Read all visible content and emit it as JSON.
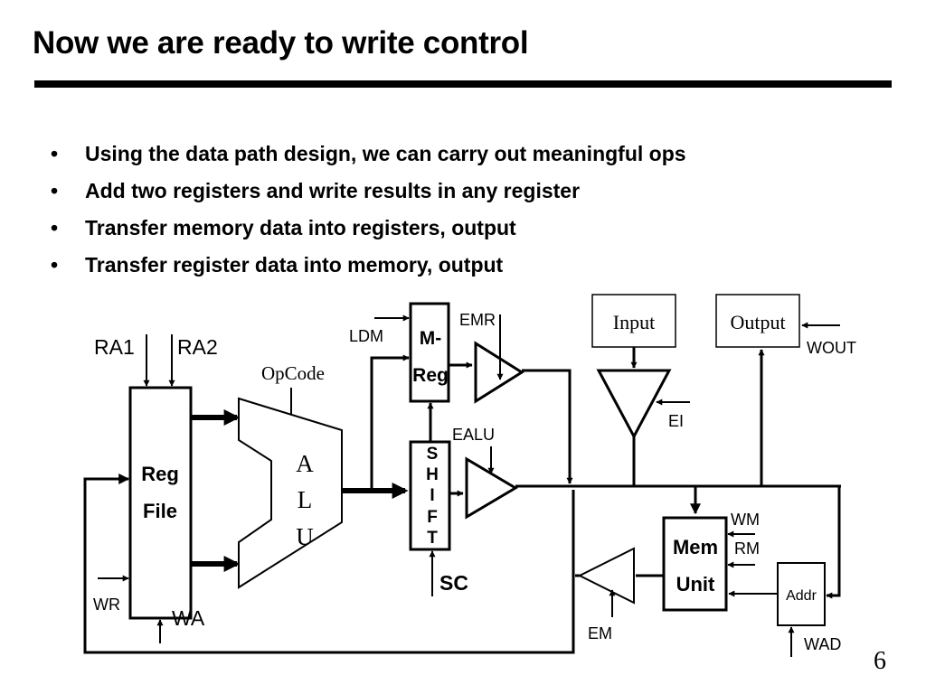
{
  "slide": {
    "title": "Now we are ready to write control",
    "page_number": "6",
    "bullets": [
      "Using the data path design, we can carry out meaningful ops",
      "Add two registers and write results in any register",
      "Transfer memory data into registers, output",
      "Transfer register data into memory, output"
    ]
  },
  "diagram": {
    "reg_file": {
      "line1": "Reg",
      "line2": "File"
    },
    "ra1": "RA1",
    "ra2": "RA2",
    "opcode": "OpCode",
    "alu": {
      "a": "A",
      "l": "L",
      "u": "U"
    },
    "wr": "WR",
    "wa": "WA",
    "ldm": "LDM",
    "mreg": {
      "line1": "M-",
      "line2": "Reg"
    },
    "emr": "EMR",
    "ealu": "EALU",
    "shift": [
      "S",
      "H",
      "I",
      "F",
      "T"
    ],
    "sc": "SC",
    "input": "Input",
    "output": "Output",
    "wout": "WOUT",
    "ei": "EI",
    "wm": "WM",
    "rm": "RM",
    "mem_unit": {
      "line1": "Mem",
      "line2": "Unit"
    },
    "addr": "Addr",
    "wad": "WAD",
    "em": "EM"
  }
}
